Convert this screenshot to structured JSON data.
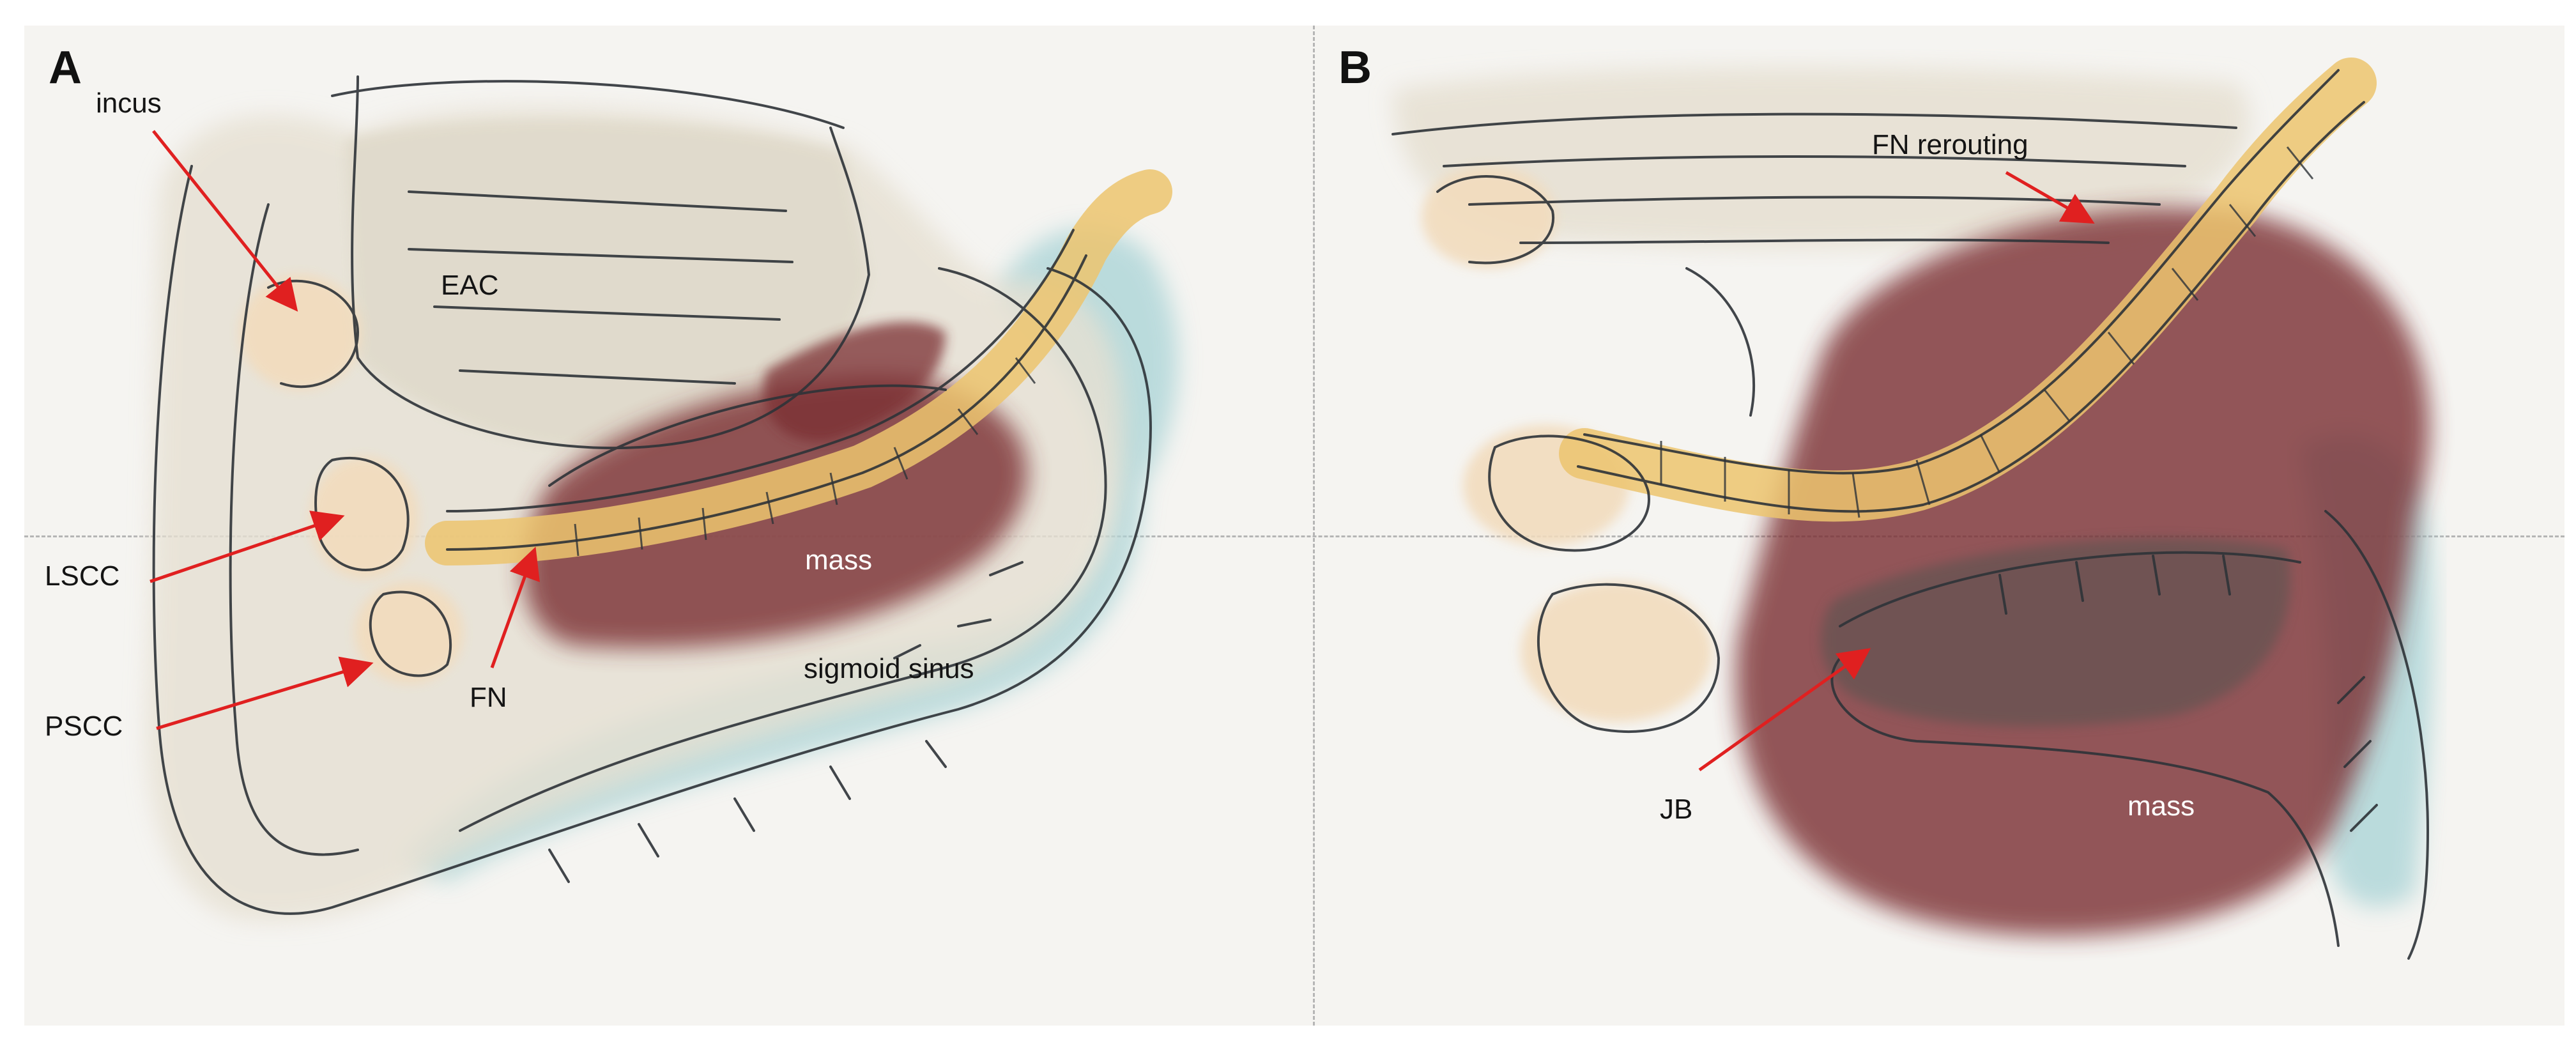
{
  "panels": [
    {
      "letter": "A",
      "labels": {
        "incus": "incus",
        "eac": "EAC",
        "lscc": "LSCC",
        "pscc": "PSCC",
        "fn": "FN",
        "mass": "mass",
        "sigmoid_sinus": "sigmoid sinus"
      }
    },
    {
      "letter": "B",
      "labels": {
        "fn_rerouting": "FN rerouting",
        "jb": "JB",
        "mass": "mass"
      }
    }
  ],
  "colors": {
    "bone": "#e6e0d2",
    "ossicle": "#f2dcbd",
    "nerve": "#ecc46e",
    "mass": "#7a2f33",
    "sinus": "#a7d3d6",
    "arrow": "#e02020",
    "ink": "#2e3338"
  }
}
